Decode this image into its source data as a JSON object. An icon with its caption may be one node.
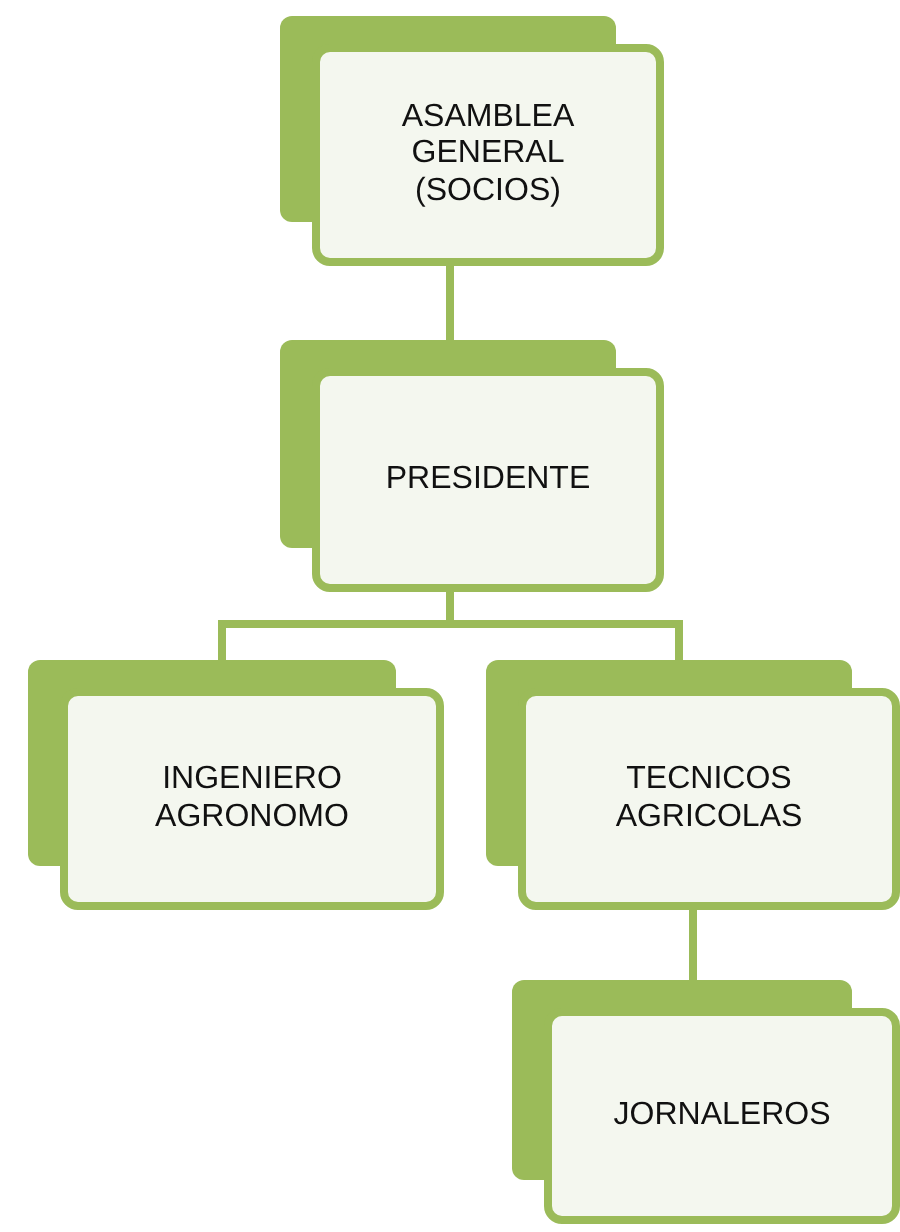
{
  "diagram": {
    "nodes": [
      {
        "text": [
          "ASAMBLEA GENERAL (SOCIOS)"
        ]
      },
      {
        "text": [
          "PRESIDENTE"
        ]
      },
      {
        "text": [
          "INGENIERO AGRONOMO"
        ]
      },
      {
        "text": [
          "TECNICOS AGRICOLAS"
        ]
      },
      {
        "text": [
          "JORNALEROS"
        ]
      }
    ],
    "edges": [
      {
        "from": 0,
        "to": 1,
        "arrow": "none"
      },
      {
        "from": 1,
        "to": 2,
        "arrow": "none"
      },
      {
        "from": 1,
        "to": 3,
        "arrow": "none"
      },
      {
        "from": 3,
        "to": 4,
        "arrow": "none"
      }
    ]
  }
}
